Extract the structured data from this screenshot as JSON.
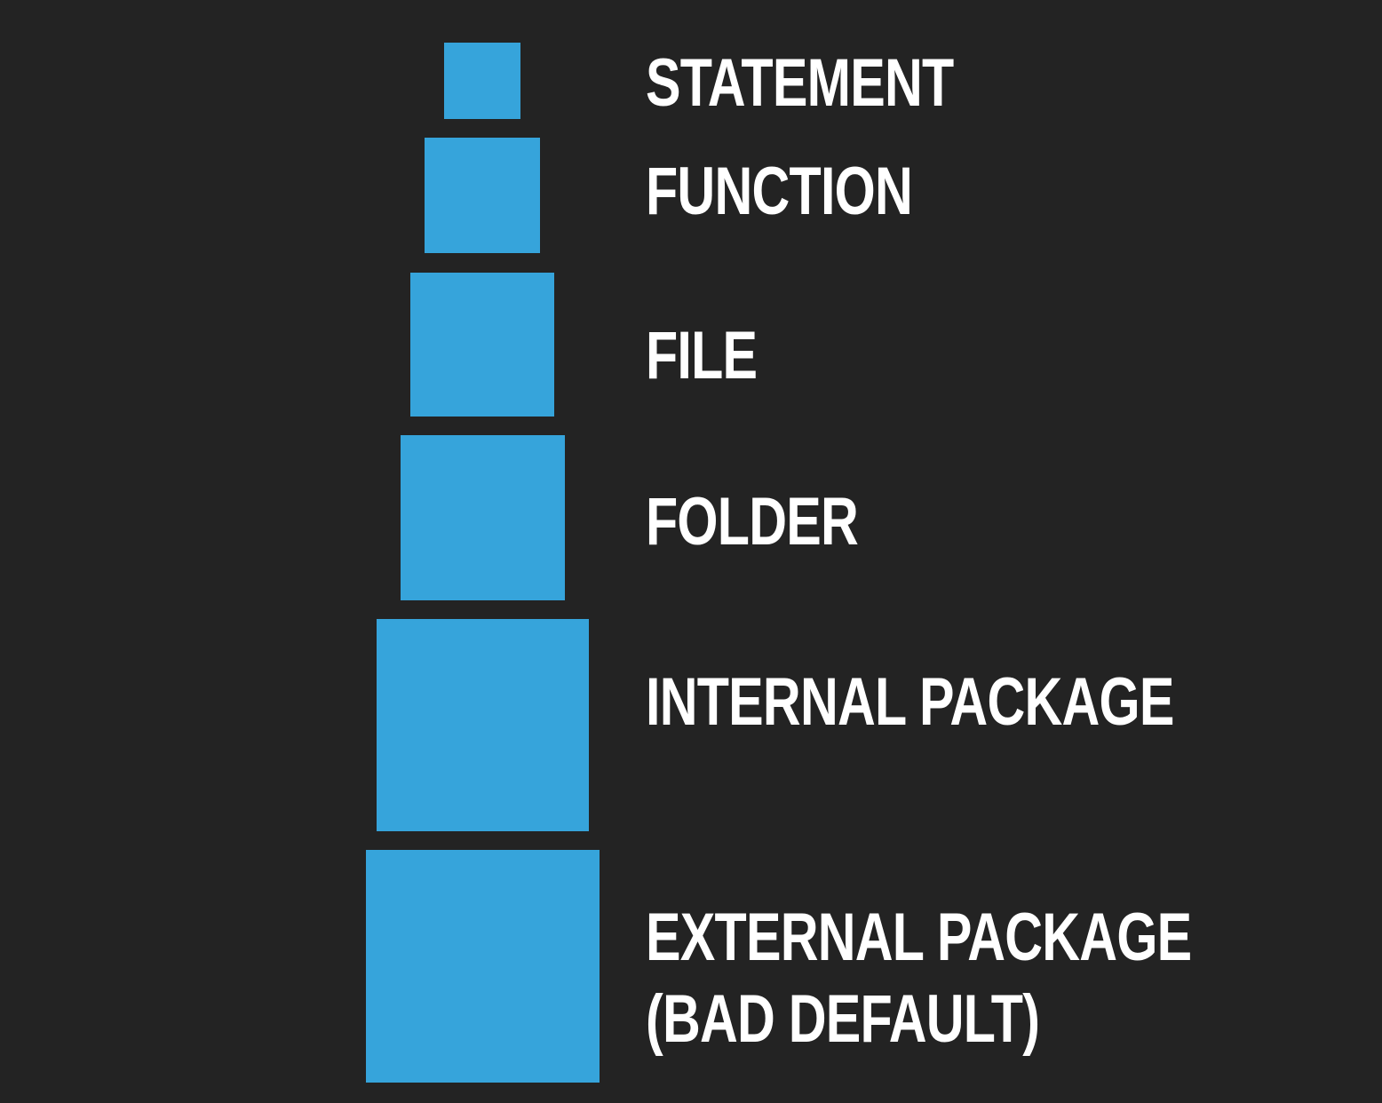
{
  "colors": {
    "background": "#232323",
    "block": "#36a4db",
    "text": "#ffffff"
  },
  "levels": [
    {
      "label": "STATEMENT"
    },
    {
      "label": "FUNCTION"
    },
    {
      "label": "FILE"
    },
    {
      "label": "FOLDER"
    },
    {
      "label": "INTERNAL PACKAGE"
    },
    {
      "label": "EXTERNAL PACKAGE",
      "note": "(BAD DEFAULT)"
    }
  ]
}
